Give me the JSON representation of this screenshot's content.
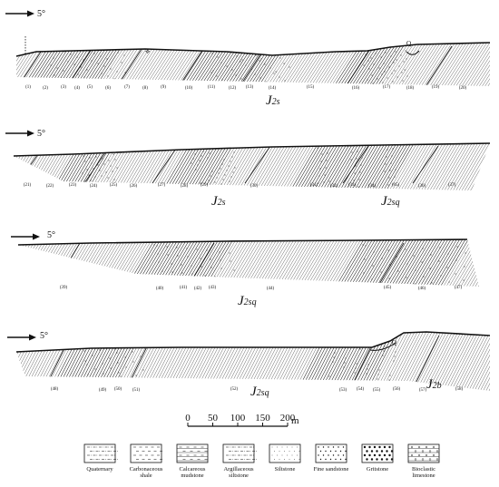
{
  "dip_angle": "5°",
  "panels": [
    {
      "beds": [
        "(1)",
        "(2)",
        "(3)",
        "(4)",
        "(5)",
        "(6)",
        "(7)",
        "(8)",
        "(9)",
        "(10)",
        "(11)",
        "(12)",
        "(13)",
        "(14)",
        "(15)",
        "(16)",
        "(17)",
        "(18)",
        "(19)",
        "(20)"
      ],
      "units": [
        {
          "main": "J",
          "sub": "2s"
        }
      ],
      "marks": [
        "Q"
      ]
    },
    {
      "beds": [
        "(21)",
        "(22)",
        "(23)",
        "(24)",
        "(25)",
        "(26)",
        "(27)",
        "(28)",
        "(29)",
        "(30)",
        "(31)",
        "(32)",
        "(33)",
        "(34)",
        "(35)",
        "(36)",
        "(37)"
      ],
      "units": [
        {
          "main": "J",
          "sub": "2s"
        },
        {
          "main": "J",
          "sub": "2sq"
        }
      ],
      "marks": []
    },
    {
      "beds": [
        "(39)",
        "(40)",
        "(41)",
        "(42)",
        "(43)",
        "(44)",
        "(45)",
        "(46)",
        "(47)"
      ],
      "units": [
        {
          "main": "J",
          "sub": "2sq"
        }
      ],
      "marks": []
    },
    {
      "beds": [
        "(48)",
        "(49)",
        "(50)",
        "(51)",
        "(52)",
        "(53)",
        "(54)",
        "(55)",
        "(56)",
        "(57)",
        "(58)"
      ],
      "units": [
        {
          "main": "J",
          "sub": "2sq"
        },
        {
          "main": "J",
          "sub": "2b"
        }
      ],
      "marks": [
        "Q"
      ]
    }
  ],
  "scale": {
    "ticks": [
      "0",
      "50",
      "100",
      "150",
      "200"
    ],
    "unit": "m"
  },
  "legend": [
    {
      "label": [
        "Quaternary"
      ],
      "pattern": "dash-dot"
    },
    {
      "label": [
        "Carbonaceous",
        "shale"
      ],
      "pattern": "dash"
    },
    {
      "label": [
        "Calcareous",
        "mudstone"
      ],
      "pattern": "brick-dash"
    },
    {
      "label": [
        "Argillaceous",
        "siltstone"
      ],
      "pattern": "dash-dots"
    },
    {
      "label": [
        "Siltstone"
      ],
      "pattern": "dots-small"
    },
    {
      "label": [
        "Fine sandstone"
      ],
      "pattern": "dots-med"
    },
    {
      "label": [
        "Gritstone"
      ],
      "pattern": "dots-large"
    },
    {
      "label": [
        "Bioclastic",
        "limestone"
      ],
      "pattern": "brick-circle"
    }
  ]
}
